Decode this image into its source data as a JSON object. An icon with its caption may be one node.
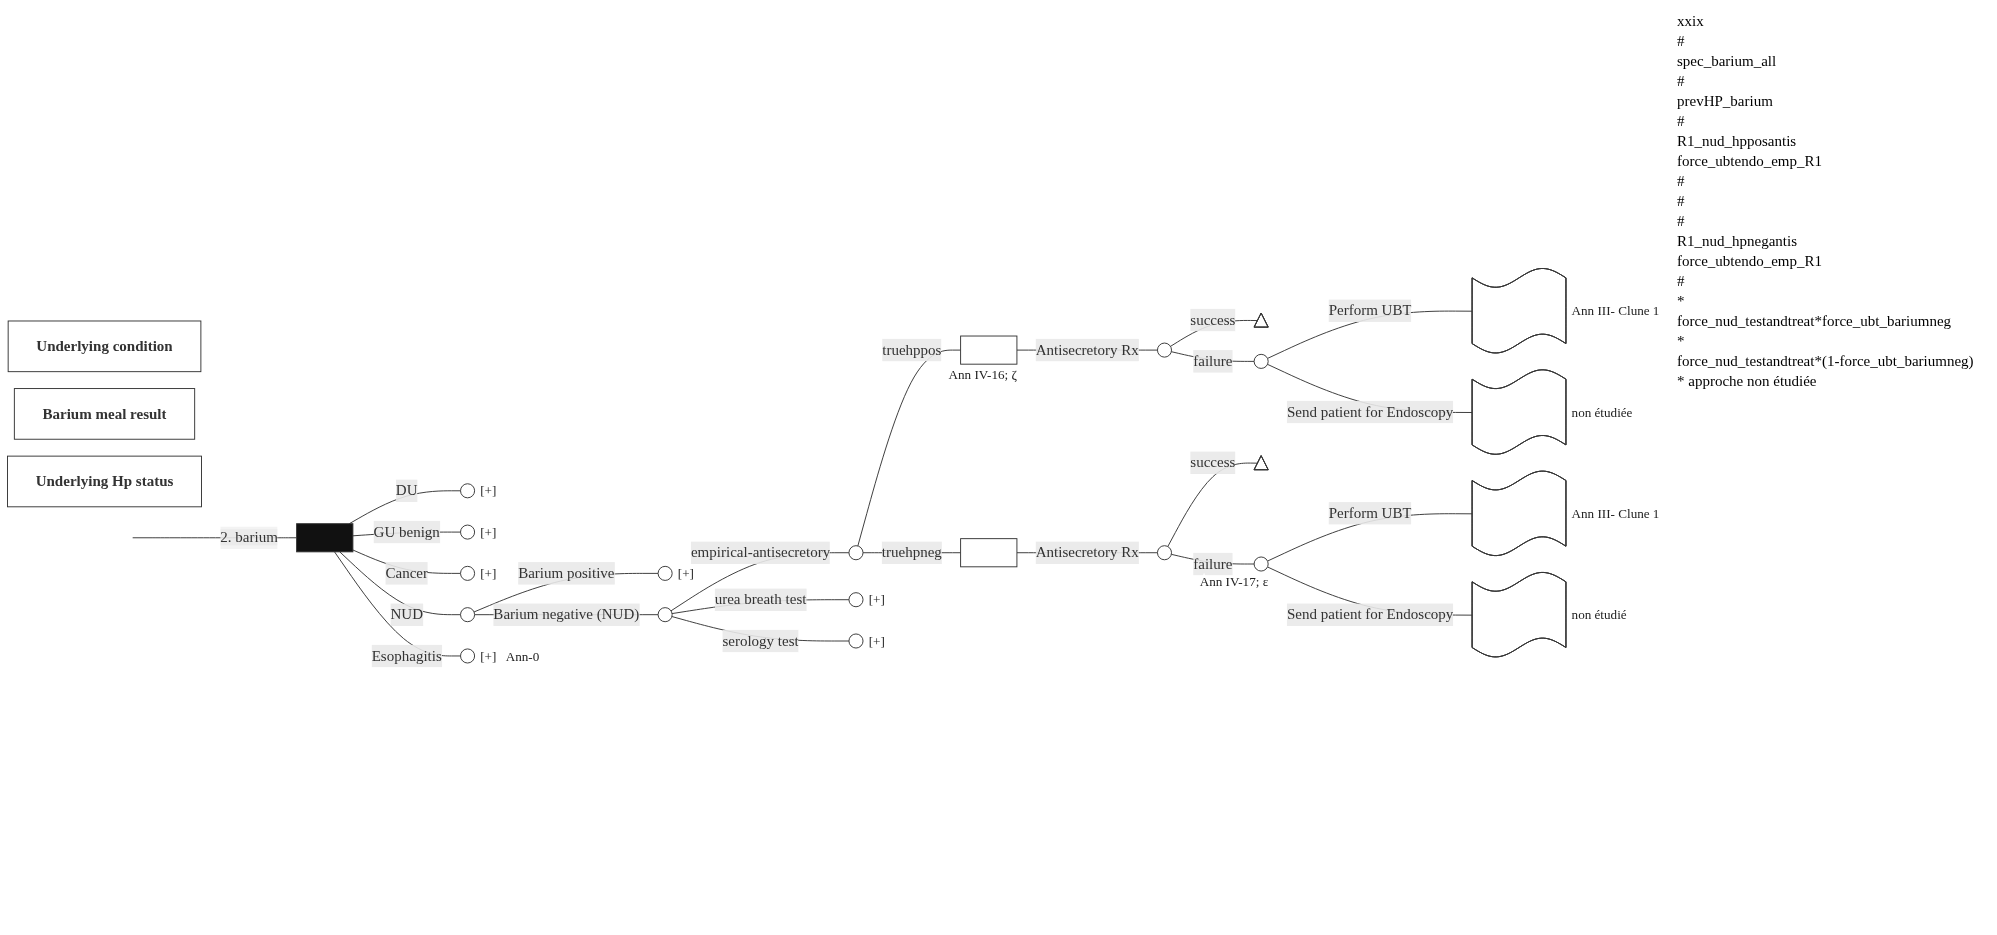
{
  "diagram": {
    "nodes": [
      {
        "text": [
          "Underlying condition"
        ]
      },
      {
        "text": [],
        "shape": "box"
      },
      {
        "text": [],
        "shape": "circle",
        "beside": [
          "[+]"
        ]
      },
      {
        "text": [],
        "shape": "circle",
        "beside": [
          "[+]"
        ]
      },
      {
        "text": [],
        "shape": "circle",
        "beside": [
          "[+]"
        ]
      },
      {
        "text": [
          "Barium meal result"
        ]
      },
      {
        "text": [],
        "shape": "circle",
        "beside": [
          "[+]"
        ]
      },
      {
        "text": [],
        "shape": "circle"
      },
      {
        "text": [],
        "shape": "circle"
      },
      {
        "text": [
          "Underlying Hp status"
        ]
      },
      {
        "text": [],
        "shape": "circle"
      },
      {
        "text": [],
        "shape": "box",
        "beside": [
          "Ann IV-16; ζ"
        ]
      },
      {
        "text": [],
        "shape": "circle"
      },
      {
        "text": [],
        "shape": "triangle"
      },
      {
        "text": [],
        "shape": "circle"
      },
      {
        "text": [],
        "shape": "tilde",
        "beside": [
          "Ann III- Clune 1"
        ]
      },
      {
        "text": [],
        "shape": "tilde",
        "beside": [
          "non étudiée"
        ]
      },
      {
        "text": [],
        "shape": "box"
      },
      {
        "text": [],
        "shape": "circle"
      },
      {
        "text": [],
        "shape": "triangle"
      },
      {
        "text": [],
        "shape": "circle",
        "beside": [
          "Ann IV-17; ε"
        ]
      },
      {
        "text": [],
        "shape": "tilde",
        "beside": [
          "Ann III- Clune 1"
        ]
      },
      {
        "text": [],
        "shape": "tilde",
        "beside": [
          "non étudié"
        ]
      },
      {
        "text": [],
        "shape": "circle",
        "beside": [
          "[+]"
        ]
      },
      {
        "text": [],
        "shape": "circle",
        "beside": [
          "[+]"
        ]
      },
      {
        "text": [],
        "shape": "circle",
        "beside": [
          "[+]",
          "Ann-0"
        ]
      }
    ],
    "edges": [
      {
        "from": null,
        "to": 1,
        "arrow": "none",
        "label": "2. barium"
      },
      {
        "from": 1,
        "to": 2,
        "arrow": "none",
        "label": "DU"
      },
      {
        "from": 1,
        "to": 3,
        "arrow": "none",
        "label": "GU benign"
      },
      {
        "from": 1,
        "to": 4,
        "arrow": "none",
        "label": "Cancer"
      },
      {
        "from": 1,
        "to": 7,
        "arrow": "none",
        "label": "NUD"
      },
      {
        "from": 7,
        "to": 6,
        "arrow": "none",
        "label": "Barium positive"
      },
      {
        "from": 7,
        "to": 8,
        "arrow": "none",
        "label": "Barium negative (NUD)"
      },
      {
        "from": 8,
        "to": 10,
        "arrow": "none",
        "label": "empirical-antisecretory"
      },
      {
        "from": 10,
        "to": 11,
        "arrow": "none",
        "label": "truehppos"
      },
      {
        "from": 11,
        "to": 12,
        "arrow": "none",
        "label": "Antisecretory Rx"
      },
      {
        "from": 12,
        "to": 13,
        "arrow": "none",
        "label": "success"
      },
      {
        "from": 12,
        "to": 14,
        "arrow": "none",
        "label": "failure"
      },
      {
        "from": 14,
        "to": 15,
        "arrow": "none",
        "label": "Perform UBT"
      },
      {
        "from": 14,
        "to": 16,
        "arrow": "none",
        "label": "Send patient for Endoscopy"
      },
      {
        "from": 10,
        "to": 17,
        "arrow": "none",
        "label": "truehpneg"
      },
      {
        "from": 17,
        "to": 18,
        "arrow": "none",
        "label": "Antisecretory Rx"
      },
      {
        "from": 18,
        "to": 19,
        "arrow": "none",
        "label": "success"
      },
      {
        "from": 18,
        "to": 20,
        "arrow": "none",
        "label": "failure"
      },
      {
        "from": 20,
        "to": 21,
        "arrow": "none",
        "label": "Perform UBT"
      },
      {
        "from": 20,
        "to": 22,
        "arrow": "none",
        "label": "Send patient for Endoscopy"
      },
      {
        "from": 8,
        "to": 23,
        "arrow": "none",
        "label": "urea breath test"
      },
      {
        "from": 8,
        "to": 24,
        "arrow": "none",
        "label": "serology test"
      },
      {
        "from": 1,
        "to": 25,
        "arrow": "none",
        "label": "Esophagitis"
      }
    ],
    "labels": [
      "xxix",
      "#",
      "spec_barium_all",
      "#",
      "prevHP_barium",
      "#",
      "R1_nud_hpposantis",
      "force_ubtendo_emp_R1",
      "#",
      "#",
      "#",
      "R1_nud_hpnegantis",
      "force_ubtendo_emp_R1",
      "#",
      "*",
      "force_nud_testandtreat*force_ubt_bariumneg",
      "*",
      "force_nud_testandtreat*(1-force_ubt_bariumneg)",
      "* approche non étudiée"
    ]
  }
}
